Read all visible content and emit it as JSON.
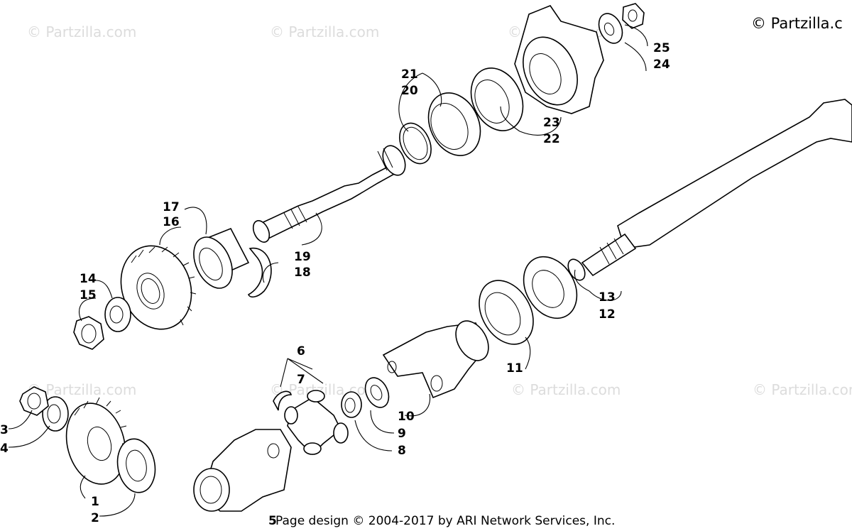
{
  "watermark": "© Partzilla.com",
  "copyright": "© Partzilla.c",
  "footer": "Page design © 2004-2017 by ARI Network Services, Inc.",
  "callouts": [
    "1",
    "2",
    "3",
    "4",
    "5",
    "6",
    "7",
    "8",
    "9",
    "10",
    "11",
    "12",
    "13",
    "14",
    "15",
    "16",
    "17",
    "18",
    "19",
    "20",
    "21",
    "22",
    "23",
    "24",
    "25"
  ]
}
